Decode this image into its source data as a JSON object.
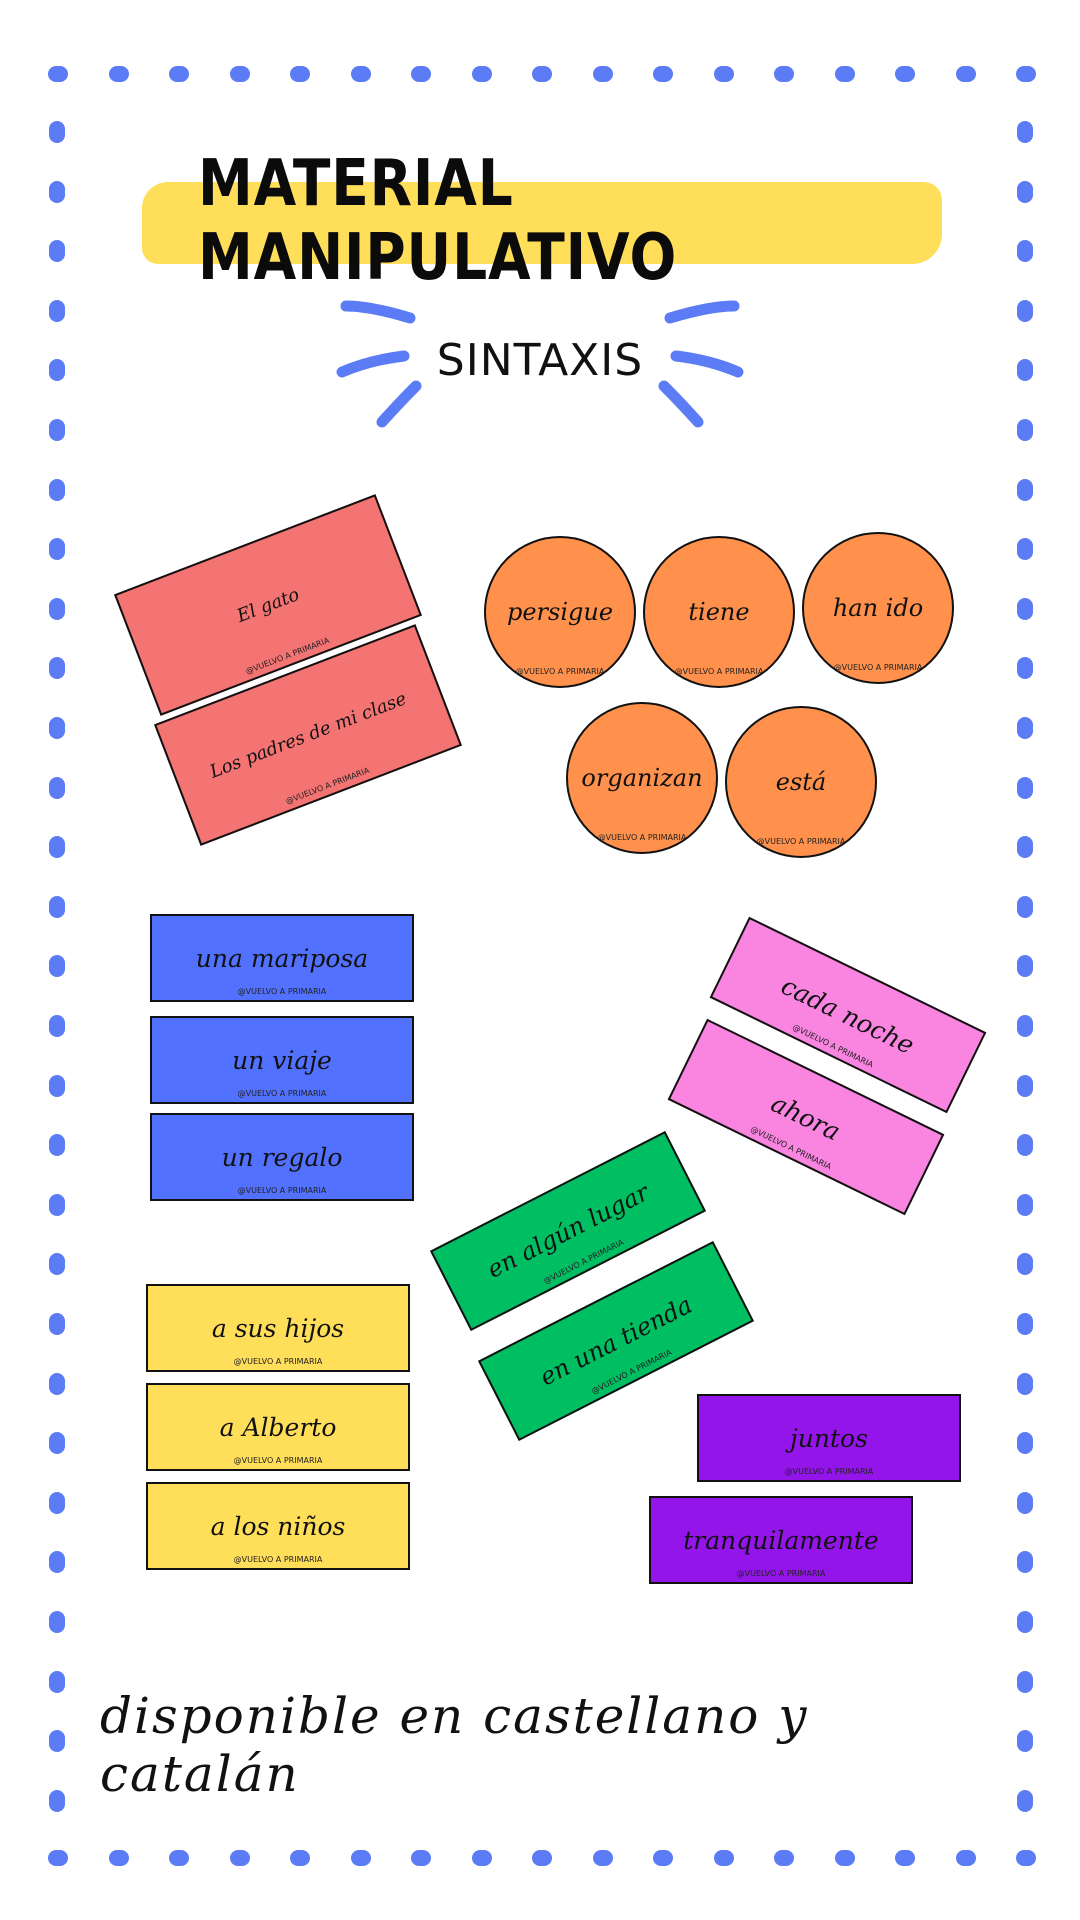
{
  "header": {
    "title": "MATERIAL MANIPULATIVO",
    "subtitle": "SINTAXIS"
  },
  "watermark": "@VUELVO A PRIMARIA",
  "colors": {
    "border_dots": "#5b7cf5",
    "title_highlight": "#ffde59",
    "red": "#f47373",
    "orange": "#ff914d",
    "blue": "#5271ff",
    "pink": "#f985e0",
    "green": "#00bf63",
    "yellow": "#ffde59",
    "purple": "#9315ea"
  },
  "cards": {
    "red": [
      "El gato",
      "Los padres de mi clase"
    ],
    "orange": [
      "persigue",
      "tiene",
      "han ido",
      "organizan",
      "está"
    ],
    "blue": [
      "una mariposa",
      "un viaje",
      "un regalo"
    ],
    "pink": [
      "cada noche",
      "ahora"
    ],
    "green": [
      "en algún lugar",
      "en una tienda"
    ],
    "yellow": [
      "a sus hijos",
      "a Alberto",
      "a los niños"
    ],
    "purple": [
      "juntos",
      "tranquilamente"
    ]
  },
  "footer": {
    "text": "disponible en castellano y catalán"
  }
}
